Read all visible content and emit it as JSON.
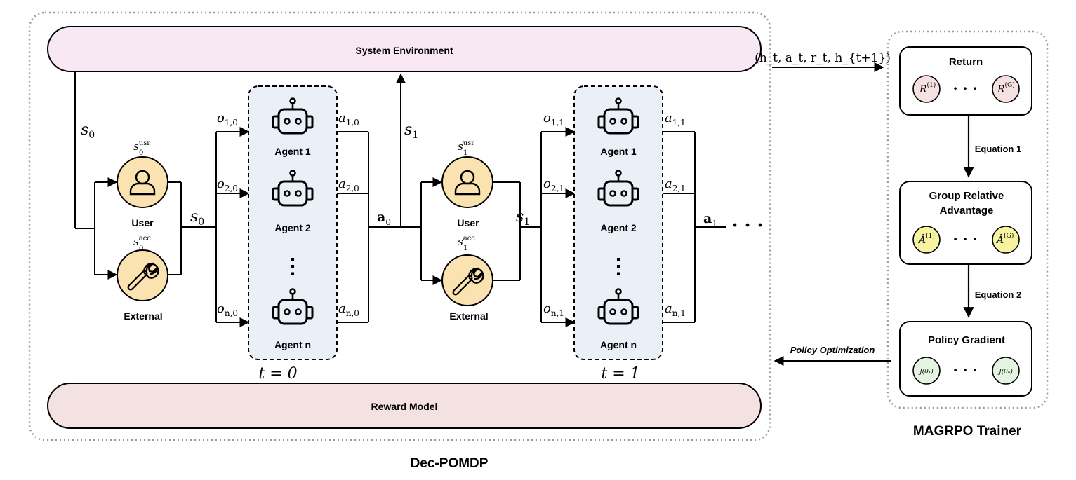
{
  "dec_pomdp": {
    "title": "Dec-POMDP",
    "system_environment": "System Environment",
    "reward_model": "Reward Model",
    "timesteps": [
      {
        "state": "s",
        "state_sub": "0",
        "user_state_sup": "usr",
        "external_state_sup": "acc",
        "user_label": "User",
        "external_label": "External",
        "agents": [
          "Agent 1",
          "Agent 2",
          "Agent n"
        ],
        "obs_subs": [
          "1,0",
          "2,0",
          "n,0"
        ],
        "act_subs": [
          "1,0",
          "2,0",
          "n,0"
        ],
        "joint_action_sub": "0",
        "time_label": "t = 0"
      },
      {
        "state": "s",
        "state_sub": "1",
        "user_state_sup": "usr",
        "external_state_sup": "acc",
        "user_label": "User",
        "external_label": "External",
        "agents": [
          "Agent 1",
          "Agent 2",
          "Agent n"
        ],
        "obs_subs": [
          "1,1",
          "2,1",
          "n,1"
        ],
        "act_subs": [
          "1,1",
          "2,1",
          "n,1"
        ],
        "joint_action_sub": "1",
        "time_label": "t = 1"
      }
    ],
    "transition_label": "(h_t, a_t, r_t, h_{t+1})",
    "vertical_dots": "⋮",
    "continuation_dots": "· · ·"
  },
  "trainer": {
    "title": "MAGRPO Trainer",
    "return_box": {
      "label": "Return",
      "first": "R",
      "first_sup": "(1)",
      "last_sup": "(G)"
    },
    "equation1": "Equation 1",
    "advantage_box": {
      "label_line1": "Group Relative",
      "label_line2": "Advantage",
      "first_sup": "(1)",
      "last_sup": "(G)"
    },
    "equation2": "Equation 2",
    "policy_box": {
      "label": "Policy Gradient",
      "first": "J(θ₁)",
      "last": "J(θₙ)"
    },
    "policy_optimization": "Policy Optimization",
    "dots": "· · ·"
  },
  "colors": {
    "env_fill": "#f8e8f4",
    "reward_fill": "#f4e1e1",
    "agent_panel_fill": "#eaf0f7",
    "user_fill": "#fbe3b1",
    "return_circle": "#f6e1e1",
    "advantage_circle": "#f8f3a0",
    "policy_circle": "#e5f4e1",
    "border_gray": "#9a9a9a"
  }
}
